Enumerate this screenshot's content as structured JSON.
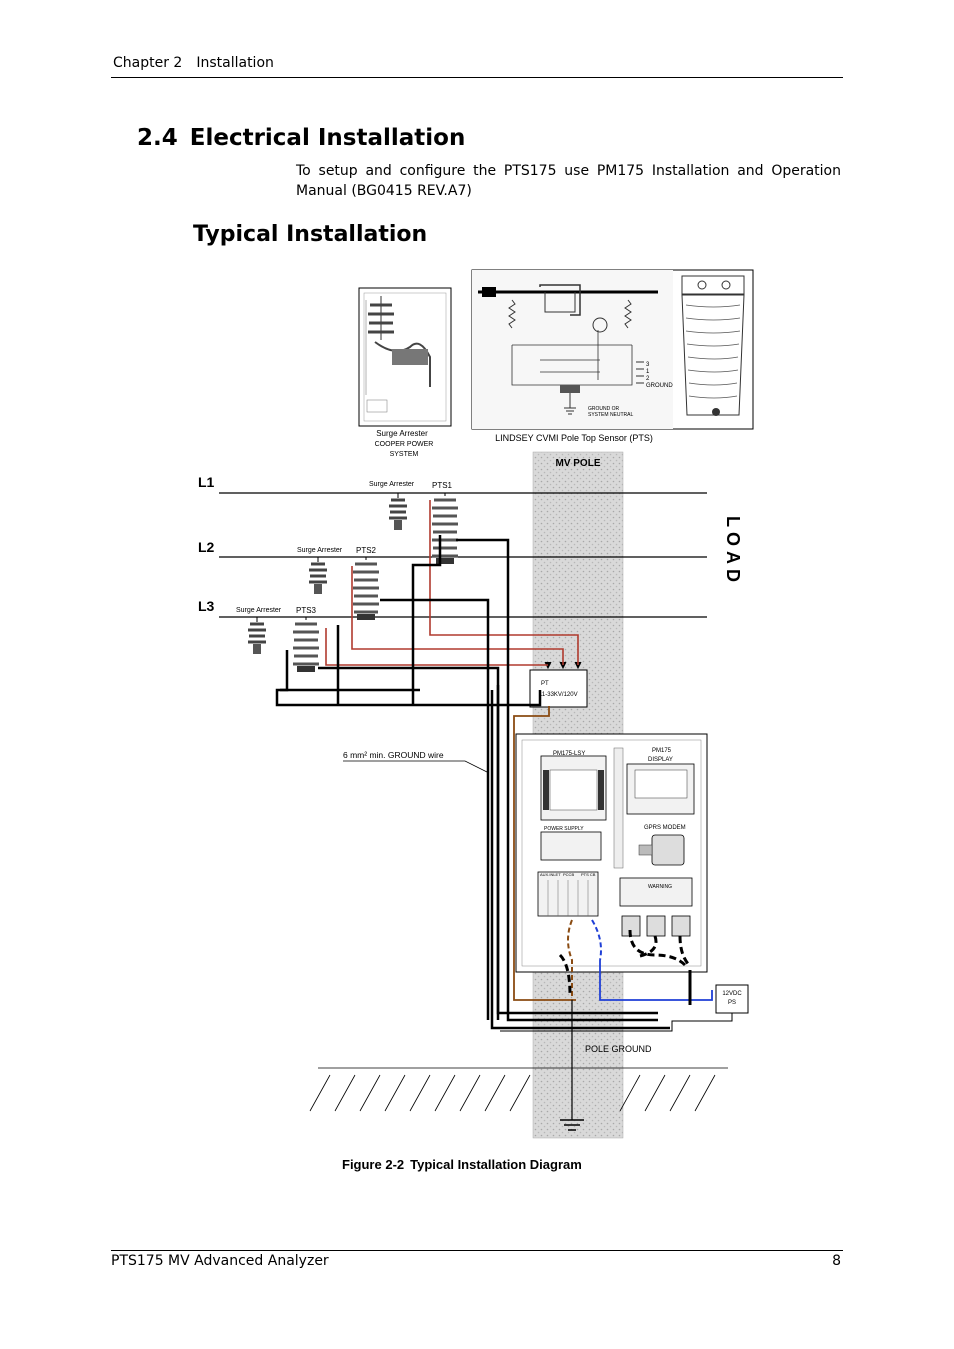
{
  "header": {
    "chapter": "Chapter 2",
    "chapter_title": "Installation"
  },
  "section": {
    "number": "2.4",
    "title": "Electrical Installation",
    "paragraph": "To setup and configure the PTS175 use PM175 Installation and Operation Manual (BG0415 REV.A7)",
    "subtitle": "Typical Installation"
  },
  "diagram": {
    "surge_arrester_caption_1": "Surge Arrester",
    "surge_arrester_caption_2": "COOPER POWER",
    "surge_arrester_caption_3": "SYSTEM",
    "pts_caption": "LINDSEY CVMI Pole Top Sensor (PTS)",
    "sensor_terminals": [
      "3",
      "1",
      "2",
      "GROUND"
    ],
    "sensor_ground_1": "GROUND  OR",
    "sensor_ground_2": "SYSTEM  NEUTRAL",
    "pole_label": "MV POLE",
    "lines": [
      "L1",
      "L2",
      "L3"
    ],
    "arrester_label": "Surge Arrester",
    "pts_labels": [
      "PTS1",
      "PTS2",
      "PTS3"
    ],
    "load_label": "LOAD",
    "pt_label_1": "PT",
    "pt_label_2": "11-33KV/120V",
    "ground_wire": "6 mm² min. GROUND wire",
    "cabinet": {
      "pm175_lsy": "PM175-LSY",
      "pm175_display_1": "PM175",
      "pm175_display_2": "DISPLAY",
      "power_supply": "POWER SUPPLY",
      "gprs_modem": "GPRS MODEM",
      "warning": "WARNING",
      "terminals": [
        "AUX.INLET",
        "PCCB",
        "PTS CB"
      ]
    },
    "ps_label_1": "12VDC",
    "ps_label_2": "PS",
    "pole_ground": "POLE GROUND"
  },
  "figure": {
    "number": "Figure 2-2",
    "caption": "Typical Installation Diagram"
  },
  "footer": {
    "product": "PTS175 MV Advanced Analyzer",
    "page": "8"
  },
  "colors": {
    "wire_red": "#b03a2e",
    "wire_blue": "#1f3fd6",
    "wire_brown": "#8a4b12",
    "pole_fill": "#d9d9d9"
  }
}
